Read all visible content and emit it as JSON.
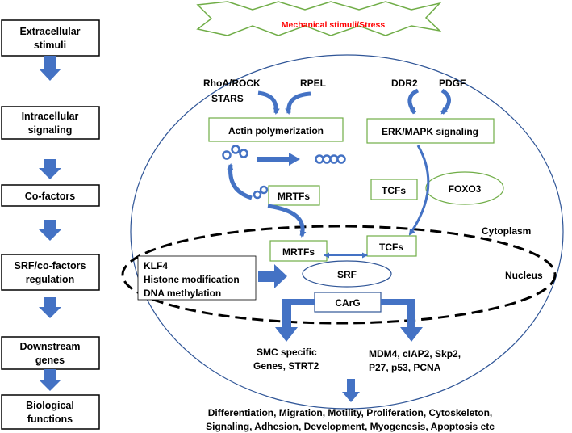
{
  "colors": {
    "accent_blue": "#4472c4",
    "box_green": "#70ad47",
    "star_green": "#70ad47",
    "star_text_red": "#ff0000",
    "cell_border": "#2f5597"
  },
  "stages": [
    {
      "line1": "Extracellular",
      "line2": "stimuli"
    },
    {
      "line1": "Intracellular",
      "line2": "signaling"
    },
    {
      "line1": "Co-factors",
      "line2": ""
    },
    {
      "line1": "SRF/co-factors",
      "line2": "regulation"
    },
    {
      "line1": "Downstream",
      "line2": "genes"
    },
    {
      "line1": "Biological",
      "line2": "functions"
    }
  ],
  "stimulus": "Mechanical stimuli/Stress",
  "upstream": {
    "rhoa": "RhoA/ROCK",
    "stars": "STARS",
    "rpel": "RPEL",
    "ddr2": "DDR2",
    "pdgf": "PDGF"
  },
  "boxes": {
    "actin": "Actin polymerization",
    "erk": "ERK/MAPK signaling",
    "mrtfs_cyto": "MRTFs",
    "tcfs_cyto": "TCFs",
    "foxo3": "FOXO3",
    "mrtfs_nuc": "MRTFs",
    "tcfs_nuc": "TCFs",
    "srf": "SRF",
    "carg": "CArG"
  },
  "regulators": {
    "line1": "KLF4",
    "line2": "Histone modification",
    "line3": "DNA methylation"
  },
  "compartments": {
    "cytoplasm": "Cytoplasm",
    "nucleus": "Nucleus"
  },
  "targets": {
    "smc_line1": "SMC specific",
    "smc_line2": "Genes, STRT2",
    "other_line1": "MDM4, cIAP2, Skp2,",
    "other_line2": "P27, p53, PCNA"
  },
  "functions": {
    "line1": "Differentiation, Migration, Motility, Proliferation, Cytoskeleton,",
    "line2": "Signaling, Adhesion, Development, Myogenesis, Apoptosis etc"
  }
}
